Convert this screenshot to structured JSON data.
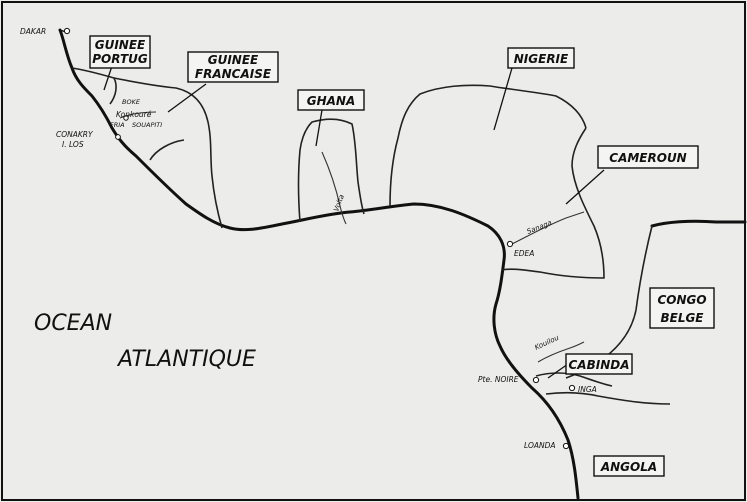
{
  "countries": {
    "guinee_portug": [
      "GUINEE",
      "PORTUG"
    ],
    "guinee_francaise": [
      "GUINEE",
      "FRANCAISE"
    ],
    "ghana": "GHANA",
    "nigerie": "NIGERIE",
    "cameroun": "CAMEROUN",
    "congo_belge": [
      "CONGO",
      "BELGE"
    ],
    "cabinda": "CABINDA",
    "angola": "ANGOLA"
  },
  "towns": {
    "dakar": "DAKAR",
    "boke": "BOKE",
    "konkoure": "Konkouré",
    "fria": "FRIA",
    "souapiti": "SOUAPITI",
    "conakry": "CONAKRY",
    "i_los": "I. LOS",
    "edea": "EDEA",
    "pointe_noire": "Pte. NOIRE",
    "inga": "INGA",
    "loanda": "LOANDA"
  },
  "rivers": {
    "volta": "Volta",
    "sanaga": "Sanaga",
    "kouilou": "Kouilou"
  },
  "ocean": [
    "OCEAN",
    "ATLANTIQUE"
  ]
}
